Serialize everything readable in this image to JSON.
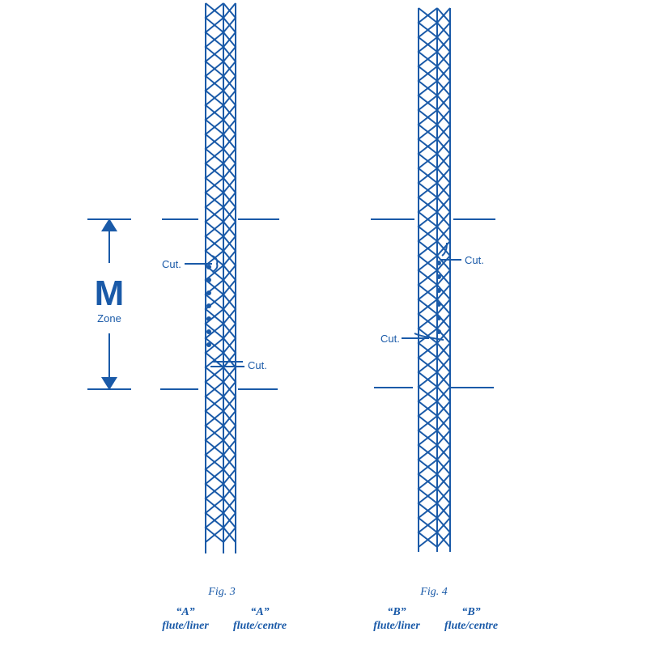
{
  "colors": {
    "ink": "#1a5aa8"
  },
  "zone": {
    "letter": "M",
    "label": "Zone"
  },
  "fig3": {
    "title": "Fig. 3",
    "cut_upper": "Cut.",
    "cut_lower": "Cut.",
    "col1_top": "“A”",
    "col1_bottom": "flute/liner",
    "col2_top": "“A”",
    "col2_bottom": "flute/centre"
  },
  "fig4": {
    "title": "Fig. 4",
    "cut_upper": "Cut.",
    "cut_lower": "Cut.",
    "col1_top": "“B”",
    "col1_bottom": "flute/liner",
    "col2_top": "“B”",
    "col2_bottom": "flute/centre"
  }
}
